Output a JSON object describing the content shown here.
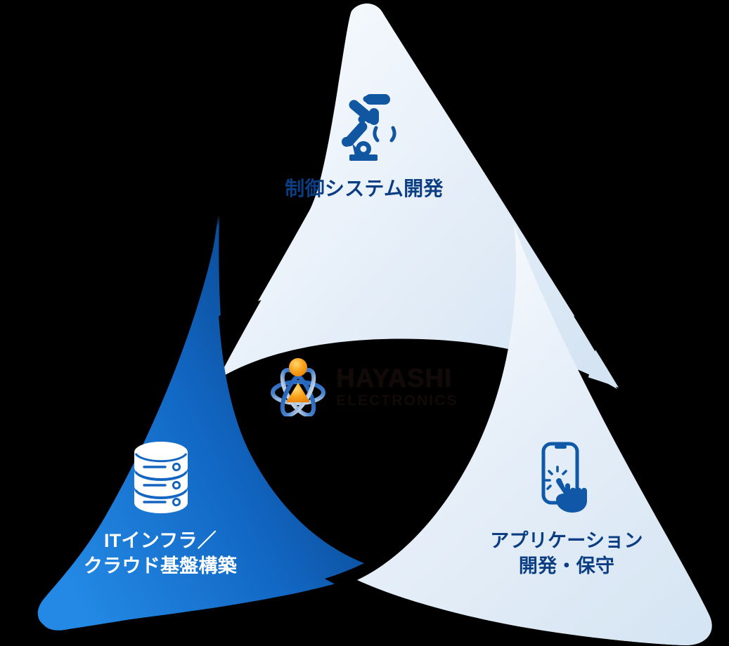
{
  "graphic": {
    "type": "three-petal-rosette",
    "background_color": "#000000",
    "title": "HAYASHI ELECTRONICS business domains"
  },
  "center_logo": {
    "name": "HAYASHI",
    "subtitle": "ELECTRONICS",
    "mark_icon": "atom-orbital-icon",
    "name_color": "#120a08",
    "mark_colors": {
      "orbital_blue": "#2e6fc4",
      "accent_orange": "#f59b12",
      "accent_orange_light": "#ffc34a"
    }
  },
  "segments": [
    {
      "id": "control",
      "label": "制御システム開発",
      "icon": "robot-arm-icon",
      "position": "top",
      "fill_from": "#f4f8fd",
      "fill_to": "#d8e6f4",
      "text_color": "#0b3d82",
      "icon_color": "#1156a0"
    },
    {
      "id": "infra",
      "label": "ITインフラ／\nクラウド基盤構築",
      "icon": "database-stack-icon",
      "position": "bottom-left",
      "fill_from": "#1e84de",
      "fill_to": "#083a80",
      "text_color": "#ffffff",
      "icon_color": "#ffffff"
    },
    {
      "id": "app",
      "label": "アプリケーション\n開発・保守",
      "icon": "mobile-tap-icon",
      "position": "bottom-right",
      "fill_from": "#f6fafe",
      "fill_to": "#d9e6f3",
      "text_color": "#0b3d82",
      "icon_color": "#1156a0"
    }
  ]
}
